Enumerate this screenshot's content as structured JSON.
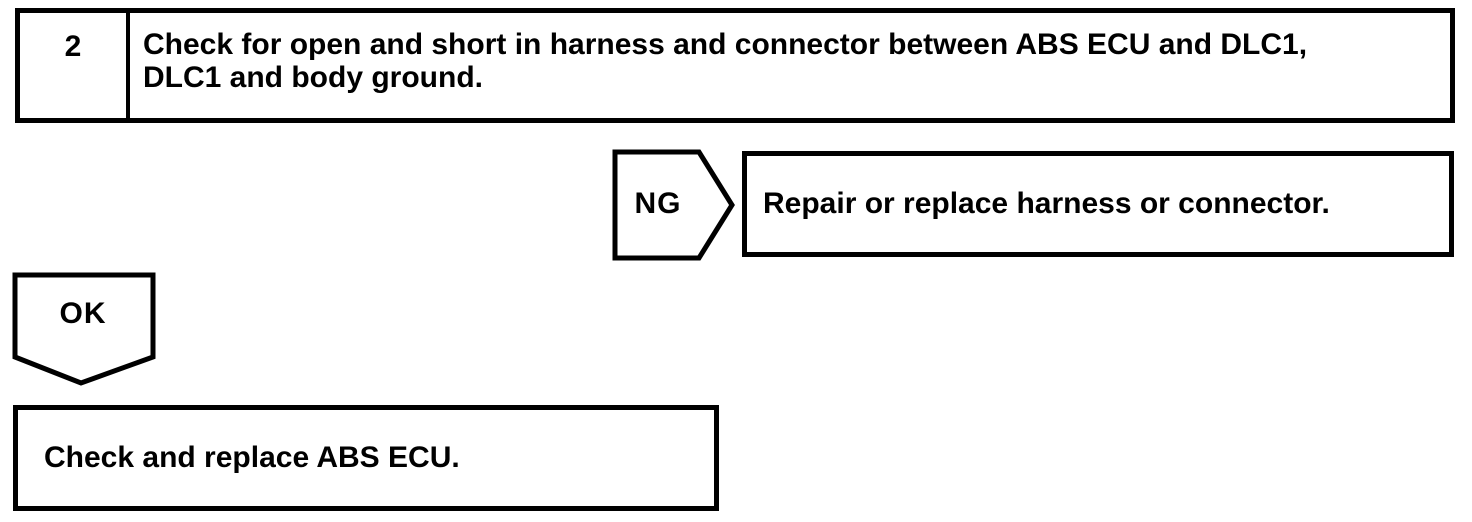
{
  "page": {
    "background": "#ffffff",
    "line_color": "#000000"
  },
  "step_box": {
    "number": "2",
    "instruction": "Check for open and short in harness and connector between ABS ECU and DLC1, DLC1 and body ground."
  },
  "ng_branch": {
    "connector_label": "NG",
    "action": "Repair or replace harness or connector."
  },
  "ok_branch": {
    "connector_label": "OK",
    "action": "Check and replace ABS ECU."
  }
}
